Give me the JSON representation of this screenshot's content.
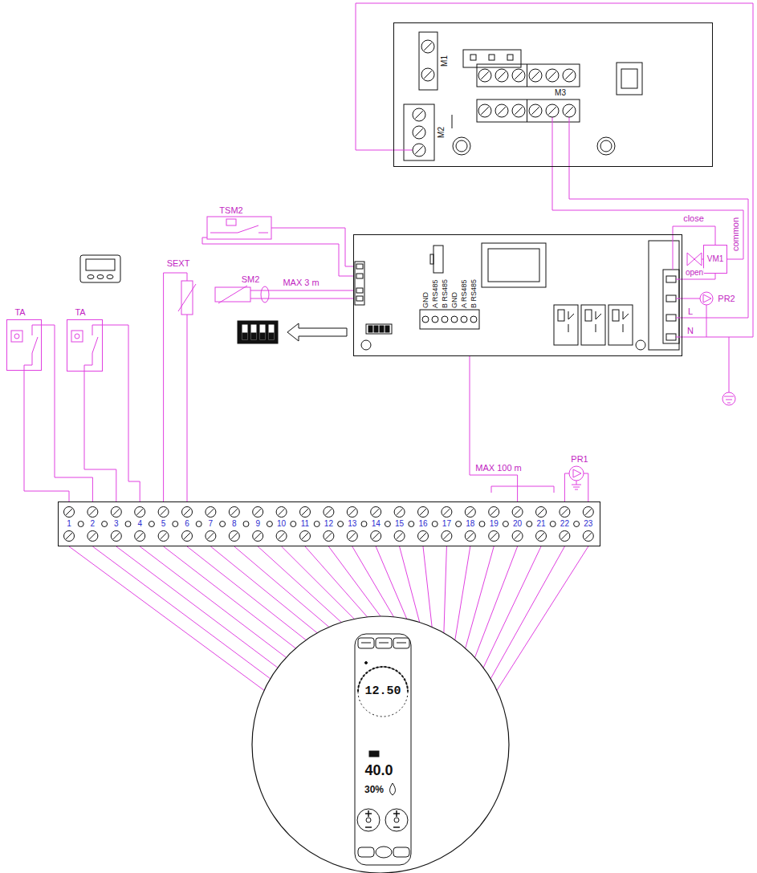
{
  "diagram": {
    "nodes": [
      {
        "text": [
          "M1",
          "M2",
          "M3"
        ]
      },
      {
        "text": [
          "GND",
          "A RS485",
          "B RS485",
          "GND",
          "A RS485",
          "B RS485"
        ]
      },
      {
        "text": [
          "VM1"
        ]
      },
      {
        "text": [
          "TA"
        ]
      },
      {
        "text": [
          "TA"
        ]
      },
      {
        "text": [
          "1",
          "2",
          "3",
          "4",
          "5",
          "6",
          "7",
          "8",
          "9",
          "10",
          "11",
          "12",
          "13",
          "14",
          "15",
          "16",
          "17",
          "18",
          "19",
          "20",
          "21",
          "22",
          "23"
        ]
      },
      {
        "text": [
          "12.50",
          "40.0",
          "30%"
        ]
      }
    ],
    "edges": [
      {
        "from": 0,
        "to": 2,
        "label": "common",
        "arrow": "none"
      },
      {
        "from": 1,
        "to": 2,
        "label": "close",
        "arrow": "none"
      },
      {
        "from": 1,
        "to": 2,
        "label": "open",
        "arrow": "none"
      },
      {
        "from": 0,
        "to": 1,
        "arrow": "none"
      },
      {
        "from": 0,
        "to": 1,
        "arrow": "none"
      },
      {
        "from": 1,
        "to": 5,
        "label": "MAX 100 m",
        "arrow": "none"
      },
      {
        "from": 3,
        "to": 5,
        "arrow": "none"
      },
      {
        "from": 3,
        "to": 5,
        "arrow": "none"
      },
      {
        "from": 4,
        "to": 5,
        "arrow": "none"
      },
      {
        "from": 4,
        "to": 5,
        "arrow": "none"
      },
      {
        "from": 6,
        "to": 5,
        "arrow": "none"
      },
      {
        "from": 6,
        "to": 5,
        "arrow": "none"
      },
      {
        "from": 6,
        "to": 5,
        "arrow": "none"
      },
      {
        "from": 6,
        "to": 5,
        "arrow": "none"
      },
      {
        "from": 6,
        "to": 5,
        "arrow": "none"
      },
      {
        "from": 6,
        "to": 5,
        "arrow": "none"
      },
      {
        "from": 6,
        "to": 5,
        "arrow": "none"
      },
      {
        "from": 6,
        "to": 5,
        "arrow": "none"
      },
      {
        "from": 6,
        "to": 5,
        "arrow": "none"
      },
      {
        "from": 6,
        "to": 5,
        "arrow": "none"
      },
      {
        "from": 6,
        "to": 5,
        "arrow": "none"
      },
      {
        "from": 6,
        "to": 5,
        "arrow": "none"
      },
      {
        "from": 6,
        "to": 5,
        "arrow": "none"
      },
      {
        "from": 6,
        "to": 5,
        "arrow": "none"
      },
      {
        "from": 6,
        "to": 5,
        "arrow": "none"
      },
      {
        "from": 6,
        "to": 5,
        "arrow": "none"
      },
      {
        "from": 6,
        "to": 5,
        "arrow": "none"
      },
      {
        "from": 6,
        "to": 5,
        "arrow": "none"
      },
      {
        "from": 6,
        "to": 5,
        "arrow": "none"
      },
      {
        "from": 6,
        "to": 5,
        "arrow": "none"
      },
      {
        "from": 6,
        "to": 5,
        "arrow": "none"
      },
      {
        "from": 6,
        "to": 5,
        "arrow": "none"
      },
      {
        "from": 6,
        "to": 5,
        "arrow": "none"
      }
    ],
    "labels": [
      "TSM2",
      "SM2",
      "MAX 3 m",
      "PR2",
      "L",
      "N",
      "SEXT",
      "PR1"
    ]
  }
}
